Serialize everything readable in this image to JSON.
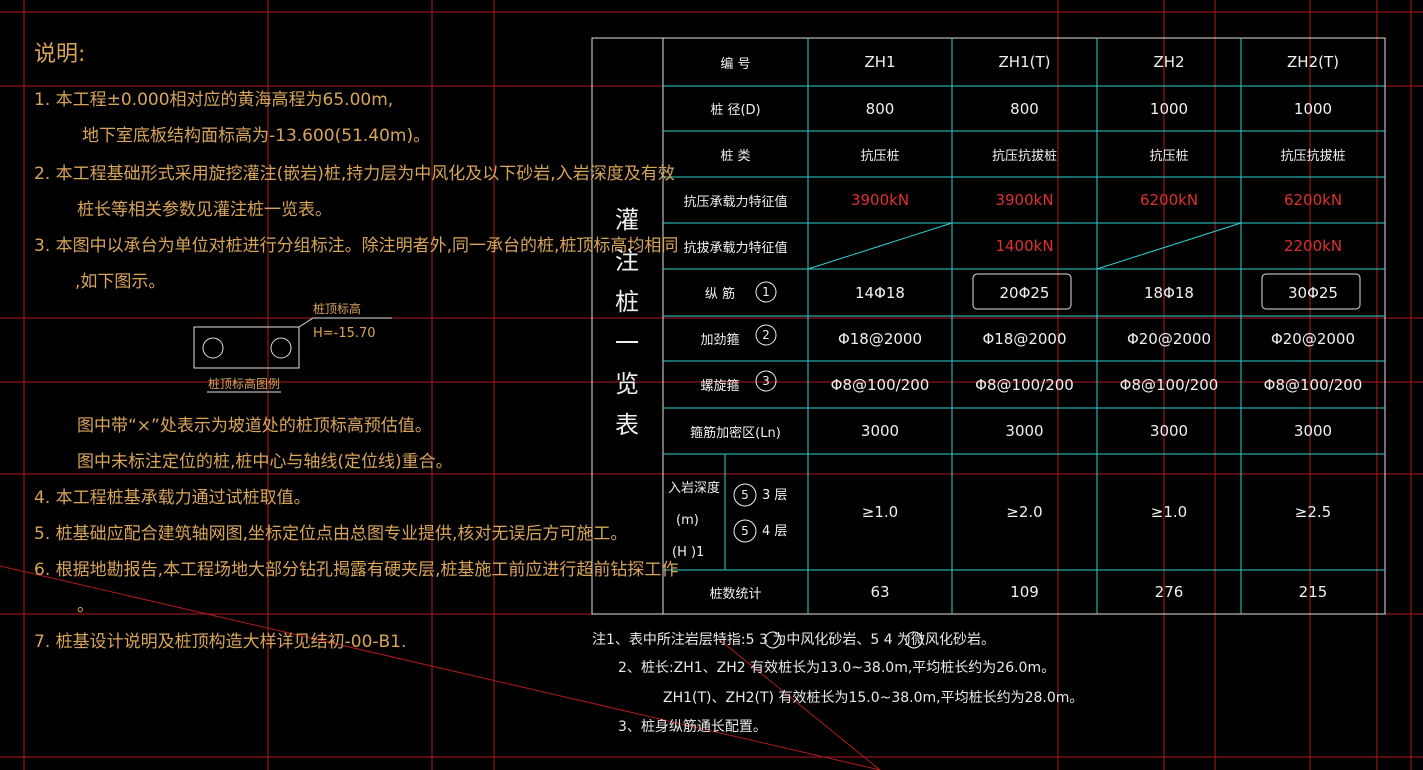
{
  "notes": {
    "title": "说明:",
    "lines": [
      "1. 本工程±0.000相对应的黄海高程为65.00m,",
      "地下室底板结构面标高为-13.600(51.40m)。",
      "2. 本工程基础形式采用旋挖灌注(嵌岩)桩,持力层为中风化及以下砂岩,入岩深度及有效",
      "桩长等相关参数见灌注桩一览表。",
      "3. 本图中以承台为单位对桩进行分组标注。除注明者外,同一承台的桩,桩顶标高均相同",
      ",如下图示。",
      "图中带“×”处表示为坡道处的桩顶标高预估值。",
      "图中未标注定位的桩,桩中心与轴线(定位线)重合。",
      "4. 本工程桩基承载力通过试桩取值。",
      "5. 桩基础应配合建筑轴网图,坐标定位点由总图专业提供,核对无误后方可施工。",
      "6. 根据地勘报告,本工程场地大部分钻孔揭露有硬夹层,桩基施工前应进行超前钻探工作",
      "。",
      "7. 桩基设计说明及桩顶构造大样详见结初-00-B1."
    ],
    "legend_label": "桩顶标高",
    "legend_value": "H=-15.70",
    "legend_caption": "桩顶标高图例"
  },
  "table": {
    "title_chars": [
      "灌",
      "注",
      "桩",
      "一",
      "览",
      "表"
    ],
    "row_labels": {
      "id": "编 号",
      "diameter": "桩 径(D)",
      "type": "桩 类",
      "compression": "抗压承载力特征值",
      "uplift": "抗拔承载力特征值",
      "long_bar": "纵 筋",
      "stiffener": "加劲箍",
      "spiral": "螺旋箍",
      "dense_zone": "箍筋加密区(Ln)",
      "rock_depth_1": "入岩深度",
      "rock_depth_2": "(m)",
      "rock_depth_3": "(H )1",
      "layer_1_num": "5",
      "layer_1_text": "3 层",
      "layer_2_num": "5",
      "layer_2_text": "4 层",
      "count": "桩数统计"
    },
    "circle_nums": [
      "1",
      "2",
      "3"
    ],
    "columns": [
      {
        "id": "ZH1",
        "diameter": "800",
        "type": "抗压桩",
        "compression": "3900kN",
        "uplift": "",
        "long_bar": "14Φ18",
        "stiffener": "Φ18@2000",
        "spiral": "Φ8@100/200",
        "dense_zone": "3000",
        "rock_depth": "≥1.0",
        "count": "63"
      },
      {
        "id": "ZH1(T)",
        "diameter": "800",
        "type": "抗压抗拔桩",
        "compression": "3900kN",
        "uplift": "1400kN",
        "long_bar": "20Φ25",
        "stiffener": "Φ18@2000",
        "spiral": "Φ8@100/200",
        "dense_zone": "3000",
        "rock_depth": "≥2.0",
        "count": "109"
      },
      {
        "id": "ZH2",
        "diameter": "1000",
        "type": "抗压桩",
        "compression": "6200kN",
        "uplift": "",
        "long_bar": "18Φ18",
        "stiffener": "Φ20@2000",
        "spiral": "Φ8@100/200",
        "dense_zone": "3000",
        "rock_depth": "≥1.0",
        "count": "276"
      },
      {
        "id": "ZH2(T)",
        "diameter": "1000",
        "type": "抗压抗拔桩",
        "compression": "6200kN",
        "uplift": "2200kN",
        "long_bar": "30Φ25",
        "stiffener": "Φ20@2000",
        "spiral": "Φ8@100/200",
        "dense_zone": "3000",
        "rock_depth": "≥2.5",
        "count": "215"
      }
    ]
  },
  "footnotes": [
    "注1、表中所注岩层特指:5 3 为中风化砂岩、5 4 为微风化砂岩。",
    "2、桩长:ZH1、ZH2 有效桩长为13.0~38.0m,平均桩长约为26.0m。",
    "ZH1(T)、ZH2(T) 有效桩长为15.0~38.0m,平均桩长约为28.0m。",
    "3、桩身纵筋通长配置。"
  ],
  "colors": {
    "background": "#000000",
    "grid_line": "#c02020",
    "table_line": "#30d0d0",
    "note_text": "#d8a45a",
    "red_value": "#e03030"
  }
}
